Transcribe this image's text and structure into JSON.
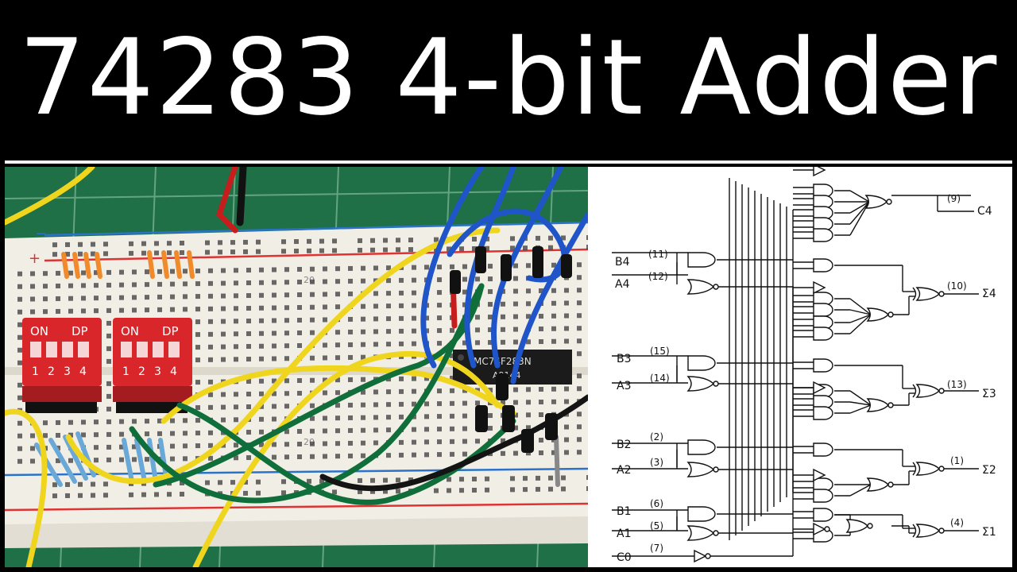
{
  "title": "74283 4-bit Adder",
  "breadboard": {
    "rail_minus": "−",
    "rail_plus": "+",
    "row_number_top": "20",
    "row_number_bottom": "20",
    "dip_switch_1": {
      "label_on": "ON",
      "label_dp": "DP",
      "numbers": [
        "1",
        "2",
        "3",
        "4"
      ]
    },
    "dip_switch_2": {
      "label_on": "ON",
      "label_dp": "DP",
      "numbers": [
        "1",
        "2",
        "3",
        "4"
      ]
    },
    "chip": {
      "line1": "MC74F283N",
      "line2": "A9144"
    }
  },
  "schematic": {
    "pins": [
      {
        "label": "B4",
        "pin": "(11)"
      },
      {
        "label": "A4",
        "pin": "(12)"
      },
      {
        "label": "B3",
        "pin": "(15)"
      },
      {
        "label": "A3",
        "pin": "(14)"
      },
      {
        "label": "B2",
        "pin": "(2)"
      },
      {
        "label": "A2",
        "pin": "(3)"
      },
      {
        "label": "B1",
        "pin": "(6)"
      },
      {
        "label": "A1",
        "pin": "(5)"
      },
      {
        "label": "C0",
        "pin": "(7)"
      }
    ],
    "outputs": [
      {
        "label": "C4",
        "pin": "(9)"
      },
      {
        "label": "Σ4",
        "pin": "(10)"
      },
      {
        "label": "Σ3",
        "pin": "(13)"
      },
      {
        "label": "Σ2",
        "pin": "(1)"
      },
      {
        "label": "Σ1",
        "pin": "(4)"
      }
    ]
  },
  "colors": {
    "mat_green": "#1f6f47",
    "breadboard": "#f1eee6",
    "dip_red": "#d8262b",
    "wire_yellow": "#f0d51e",
    "wire_blue": "#1f55c8",
    "wire_green": "#0f6e3a",
    "wire_black": "#141414"
  }
}
